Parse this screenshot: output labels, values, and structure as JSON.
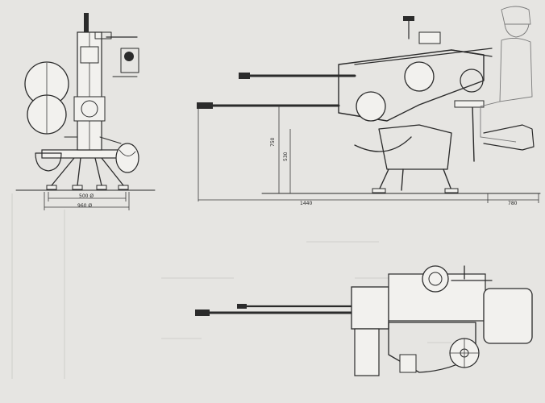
{
  "dimensions": {
    "front_base_inner": "500 Ø",
    "front_base_outer": "960 Ø",
    "side_height_upper": "750",
    "side_height_lower": "530",
    "side_length_front": "1440",
    "side_length_rear": "780"
  },
  "colors": {
    "paper": "#e6e5e2",
    "ink": "#2b2b2b",
    "ghost": "#c8c8c4"
  }
}
